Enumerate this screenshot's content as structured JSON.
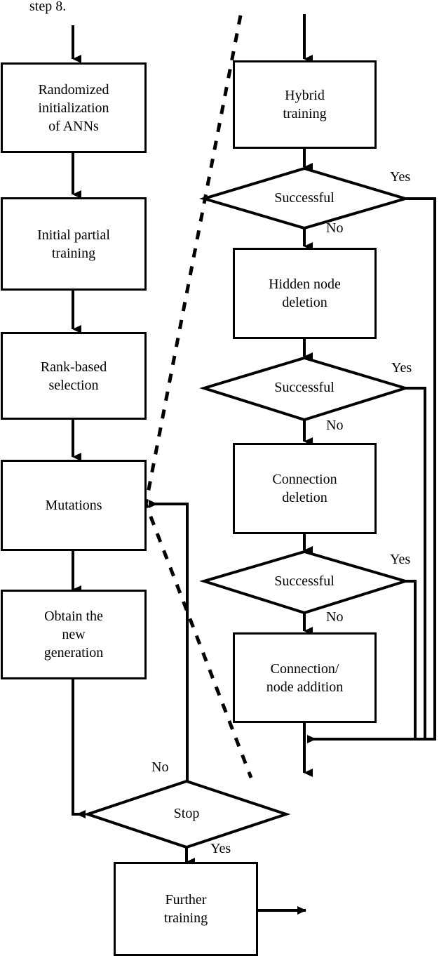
{
  "diagram": {
    "title": "step 8.",
    "caption": "step 8.",
    "type": "flowchart",
    "colors": {
      "stroke": "#000000",
      "fill": "#ffffff",
      "dashed_stroke": "#000000"
    },
    "left_column": {
      "nodes": [
        {
          "id": "randomized-initialization",
          "shape": "process",
          "label": "Randomized\ninitialization\nof ANNs"
        },
        {
          "id": "initial-partial-training",
          "shape": "process",
          "label": "Initial partial\ntraining"
        },
        {
          "id": "rank-based-selection",
          "shape": "process",
          "label": "Rank-based\nselection"
        },
        {
          "id": "mutations",
          "shape": "process",
          "label": "Mutations"
        },
        {
          "id": "obtain-new-generation",
          "shape": "process",
          "label": "Obtain the\nnew\ngeneration"
        }
      ]
    },
    "right_column": {
      "nodes": [
        {
          "id": "hybrid-training",
          "shape": "process",
          "label": "Hybrid\ntraining"
        },
        {
          "id": "successful-1",
          "shape": "decision",
          "label": "Successful"
        },
        {
          "id": "hidden-node-deletion",
          "shape": "process",
          "label": "Hidden node\ndeletion"
        },
        {
          "id": "successful-2",
          "shape": "decision",
          "label": "Successful"
        },
        {
          "id": "connection-deletion",
          "shape": "process",
          "label": "Connection\ndeletion"
        },
        {
          "id": "successful-3",
          "shape": "decision",
          "label": "Successful"
        },
        {
          "id": "connection-node-addition",
          "shape": "process",
          "label": "Connection/\nnode addition"
        }
      ]
    },
    "bottom": {
      "nodes": [
        {
          "id": "stop",
          "shape": "decision",
          "label": "Stop"
        },
        {
          "id": "further-training",
          "shape": "process",
          "label": "Further\ntraining"
        }
      ]
    },
    "edge_labels": {
      "yes_1": "Yes",
      "no_1": "No",
      "yes_2": "Yes",
      "no_2": "No",
      "yes_3": "Yes",
      "no_3": "No",
      "stop_no": "No",
      "stop_yes": "Yes"
    }
  }
}
